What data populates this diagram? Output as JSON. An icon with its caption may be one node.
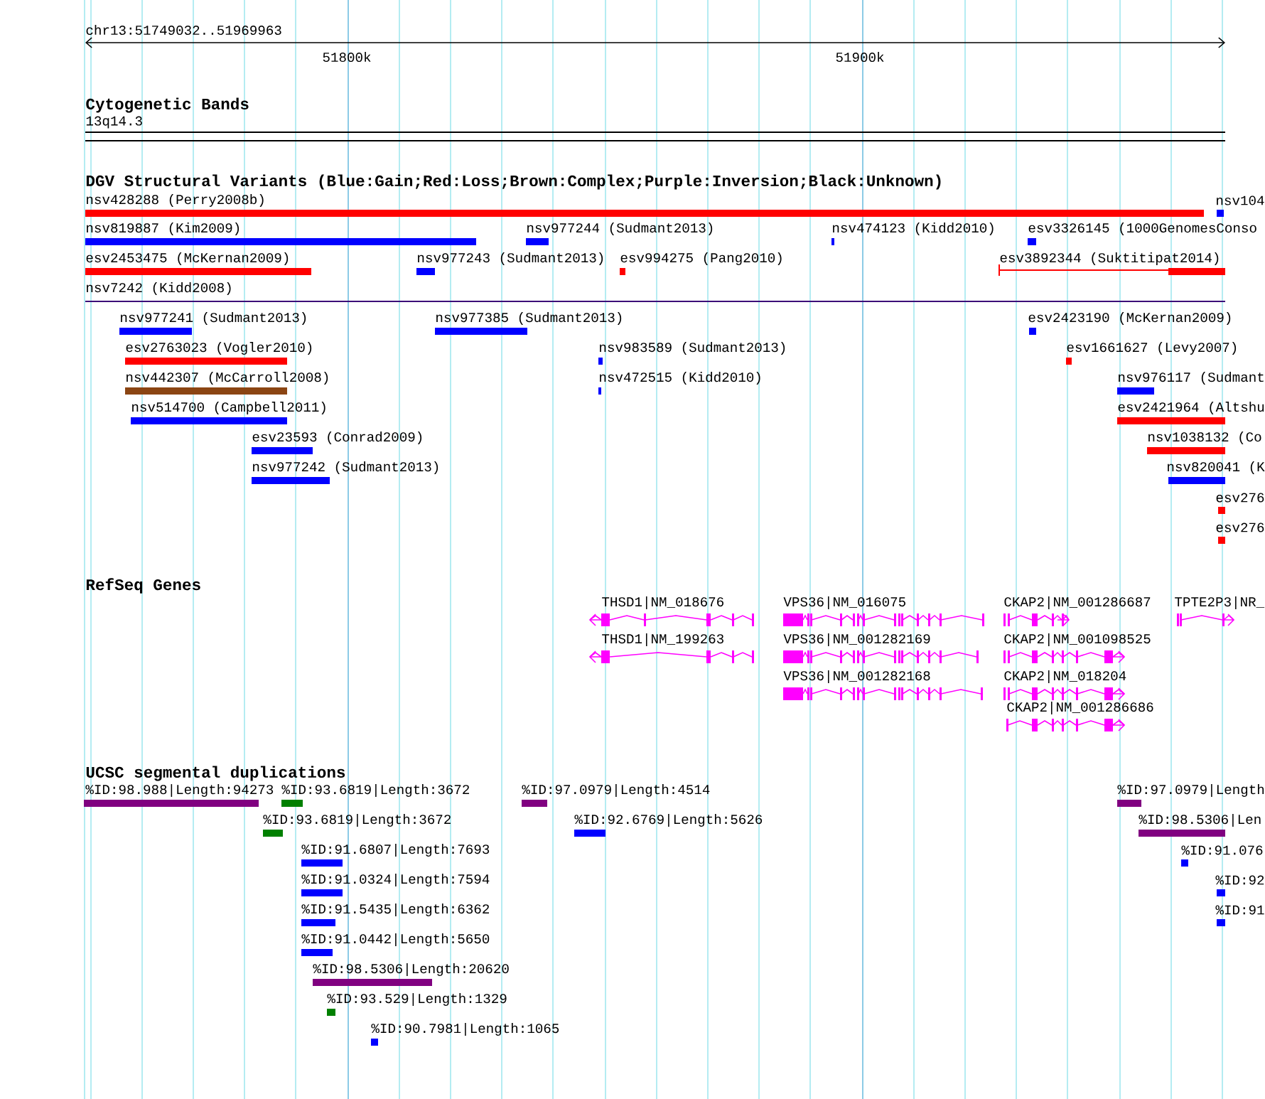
{
  "diagram": {
    "labels": [
      "chr13:51749032..51969963",
      "51800k",
      "51900k",
      "Cytogenetic Bands",
      "13q14.3",
      "DGV Structural Variants (Blue:Gain;Red:Loss;Brown:Complex;Purple:Inversion;Black:Unknown)",
      "nsv428288 (Perry2008b)",
      "nsv104",
      "nsv819887 (Kim2009)",
      "nsv977244 (Sudmant2013)",
      "nsv474123 (Kidd2010)",
      "esv3326145 (1000GenomesConso",
      "esv2453475 (McKernan2009)",
      "nsv977243 (Sudmant2013)",
      "esv994275 (Pang2010)",
      "esv3892344 (Suktitipat2014)",
      "nsv7242 (Kidd2008)",
      "nsv977241 (Sudmant2013)",
      "nsv977385 (Sudmant2013)",
      "esv2423190 (McKernan2009)",
      "esv2763023 (Vogler2010)",
      "nsv983589 (Sudmant2013)",
      "esv1661627 (Levy2007)",
      "nsv442307 (McCarroll2008)",
      "nsv472515 (Kidd2010)",
      "nsv976117 (Sudmant",
      "nsv514700 (Campbell2011)",
      "esv2421964 (Altshu",
      "esv23593 (Conrad2009)",
      "nsv1038132 (Co",
      "nsv977242 (Sudmant2013)",
      "nsv820041 (K",
      "esv276",
      "esv276",
      "RefSeq Genes",
      "THSD1|NM_018676",
      "VPS36|NM_016075",
      "CKAP2|NM_001286687",
      "TPTE2P3|NR_",
      "THSD1|NM_199263",
      "VPS36|NM_001282169",
      "CKAP2|NM_001098525",
      "VPS36|NM_001282168",
      "CKAP2|NM_018204",
      "CKAP2|NM_001286686",
      "UCSC segmental duplications",
      "%ID:98.988|Length:94273",
      "%ID:93.6819|Length:3672",
      "%ID:97.0979|Length:4514",
      "%ID:97.0979|Length",
      "%ID:93.6819|Length:3672",
      "%ID:92.6769|Length:5626",
      "%ID:98.5306|Len",
      "%ID:91.6807|Length:7693",
      "%ID:91.076",
      "%ID:91.0324|Length:7594",
      "%ID:92",
      "%ID:91.5435|Length:6362",
      "%ID:91",
      "%ID:91.0442|Length:5650",
      "%ID:98.5306|Length:20620",
      "%ID:93.529|Length:1329",
      "%ID:90.7981|Length:1065"
    ]
  }
}
